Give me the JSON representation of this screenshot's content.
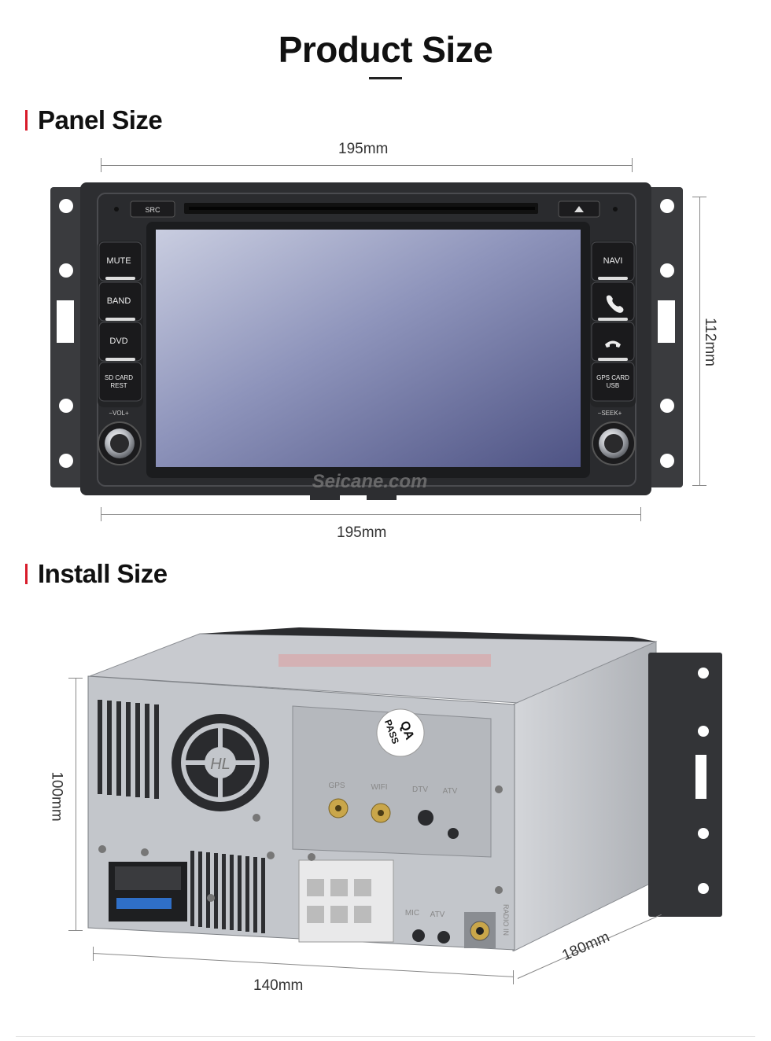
{
  "header": {
    "title": "Product Size"
  },
  "panel_section": {
    "heading": "Panel Size",
    "top_width": "195mm",
    "bottom_width": "195mm",
    "height": "112mm",
    "unit_buttons": {
      "src": "SRC",
      "mute": "MUTE",
      "band": "BAND",
      "dvd": "DVD",
      "sd_card_line1": "SD CARD",
      "sd_card_line2": "REST",
      "vol": "−VOL+",
      "navi": "NAVI",
      "gps_card_line1": "GPS CARD",
      "gps_card_line2": "USB",
      "seek": "−SEEK+"
    },
    "watermark": "Seicane.com"
  },
  "install_section": {
    "heading": "Install Size",
    "height": "100mm",
    "width": "140mm",
    "depth": "180mm",
    "sticker_line1": "QA",
    "sticker_line2": "PASS",
    "port_labels": [
      "GPS",
      "WIFI",
      "DTV",
      "ATV"
    ],
    "audio_labels": [
      "MIC",
      "ATV"
    ],
    "radio_label": "RADIO IN",
    "fan_label": "HL"
  },
  "colors": {
    "accent": "#d81b2a",
    "text": "#111111",
    "dimension": "#888888"
  }
}
